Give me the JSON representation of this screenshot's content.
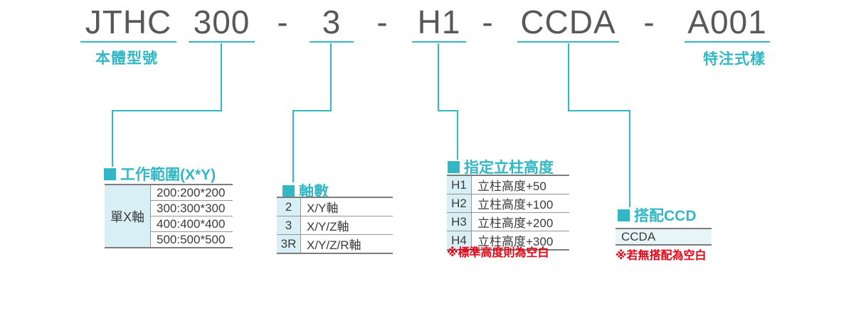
{
  "model_code": {
    "body": "JTHC",
    "body_label": "本體型號",
    "work_range": "300",
    "axis_count": "3",
    "column_height": "H1",
    "ccd": "CCDA",
    "special": "A001",
    "special_label": "特注式樣",
    "dash": "-"
  },
  "sections": {
    "work_range": {
      "title": "工作範圍(X*Y)",
      "row_header": "單X軸",
      "rows": [
        "200:200*200",
        "300:300*300",
        "400:400*400",
        "500:500*500"
      ]
    },
    "axis_count": {
      "title": "軸數",
      "rows": [
        {
          "code": "2",
          "desc": "X/Y軸"
        },
        {
          "code": "3",
          "desc": "X/Y/Z軸"
        },
        {
          "code": "3R",
          "desc": "X/Y/Z/R軸"
        }
      ]
    },
    "column_height": {
      "title": "指定立柱高度",
      "rows": [
        {
          "code": "H1",
          "desc": "立柱高度+50"
        },
        {
          "code": "H2",
          "desc": "立柱高度+100"
        },
        {
          "code": "H3",
          "desc": "立柱高度+200"
        },
        {
          "code": "H4",
          "desc": "立柱高度+300"
        }
      ],
      "note": "※標準高度則為空白"
    },
    "ccd": {
      "title": "搭配CCD",
      "value": "CCDA",
      "note": "※若無搭配為空白"
    }
  },
  "colors": {
    "accent_teal": "#32b7c5",
    "cell_bg": "#d8f0f5",
    "ccd_cell_bg": "#e7f5f8",
    "code_text": "#595757",
    "note_red": "#e60012",
    "border_gray": "#949494"
  }
}
